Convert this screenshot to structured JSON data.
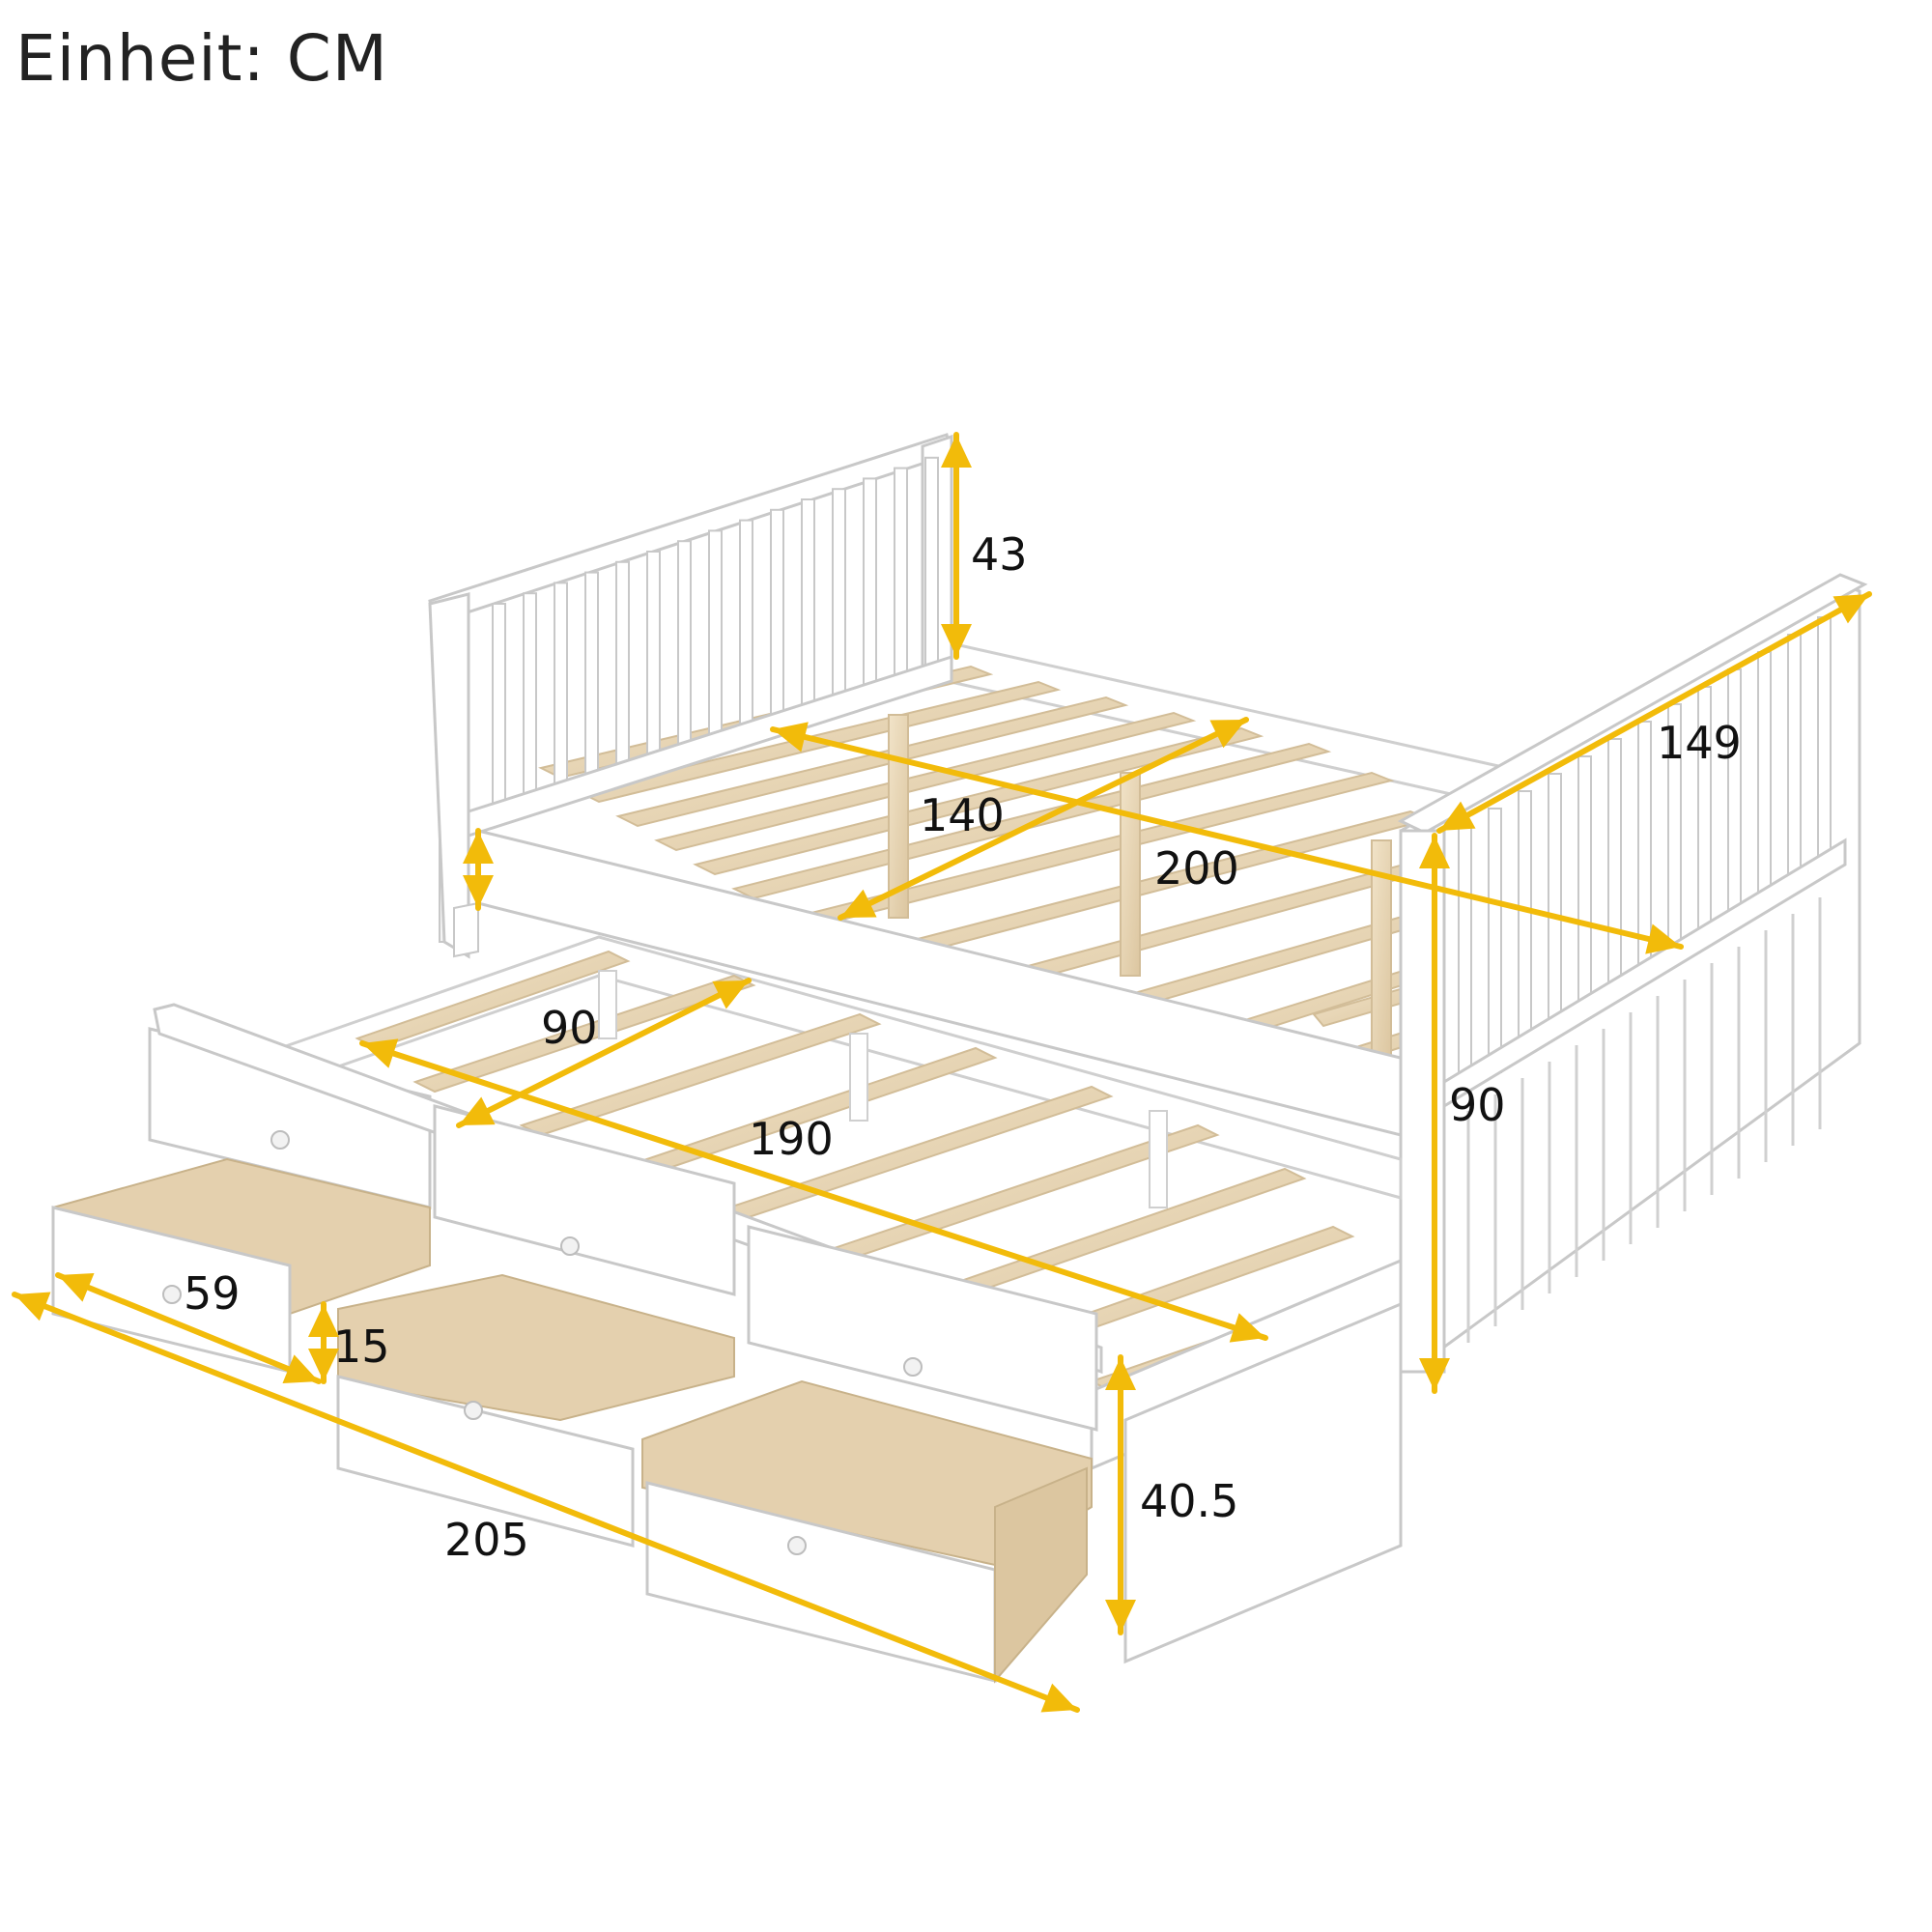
{
  "unit_label": "Einheit: CM",
  "colors": {
    "arrow": "#F2BB0A",
    "wood": "#E9D7B8",
    "frame": "#FFFFFF",
    "outline": "#C9C9C9"
  },
  "dimensions": {
    "headboard_height": "43",
    "mattress_width": "140",
    "mattress_length": "200",
    "bed_width": "149",
    "bed_height": "90",
    "trundle_width": "90",
    "trundle_length": "190",
    "drawer_width": "59",
    "drawer_height": "15",
    "trundle_height": "40.5",
    "total_length": "205"
  }
}
